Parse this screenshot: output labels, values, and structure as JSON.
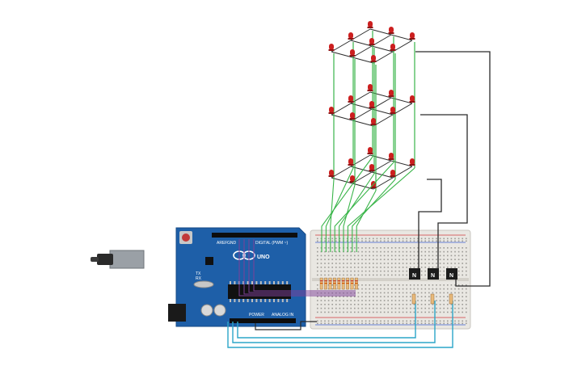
{
  "board": {
    "brand": "UNO",
    "label_digital": "DIGITAL (PWM ~)",
    "label_power": "POWER",
    "label_analog": "ANALOG IN",
    "label_aref": "AREF",
    "label_gnd": "GND",
    "label_tx": "TX",
    "label_rx": "RX"
  },
  "transistors": {
    "t1_label": "N",
    "t2_label": "N",
    "t3_label": "N"
  },
  "colors": {
    "background": "#ffffff",
    "board_blue": "#1e5fa8",
    "led_red": "#cc1f1f",
    "wire_green": "#3ab54a",
    "wire_black": "#2b2b2b",
    "wire_blue": "#2ba6c9",
    "wire_purple": "#7d3f98",
    "breadboard": "#e8e6e1",
    "resistor_body": "#e8b97a",
    "transistor": "#1c1c1c"
  },
  "components": {
    "led_count": 27,
    "resistor_bank_count": 9,
    "transistor_count": 3
  }
}
